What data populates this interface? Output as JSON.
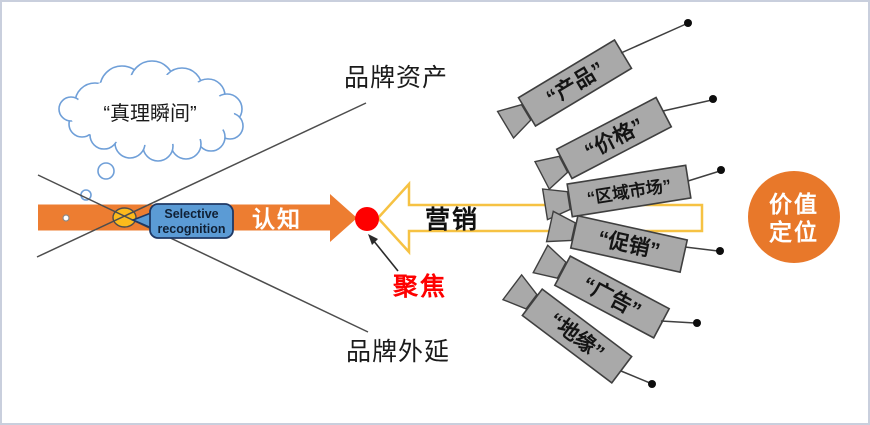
{
  "colors": {
    "orange": "#ED7D31",
    "circle_orange": "#E8782A",
    "gold": "#F6C243",
    "ellipse_gold": "#FCBA1C",
    "callout_blue": "#5B9BD5",
    "red": "#FE0000",
    "spotlight_gray": "#A9A9A9",
    "line_gray": "#4D4D4D",
    "cloud_stroke": "#6F9FD8"
  },
  "cloud": {
    "label": "“真理瞬间”"
  },
  "brand": {
    "top_label": "品牌资产",
    "bottom_label": "品牌外延"
  },
  "cognition": {
    "label": "认知"
  },
  "callout": {
    "line1": "Selective",
    "line2": "recognition"
  },
  "focus": {
    "label": "聚焦"
  },
  "marketing": {
    "label": "营销"
  },
  "value_positioning": {
    "line1": "价值",
    "line2": "定位"
  },
  "spotlights": [
    {
      "label": "“产品”"
    },
    {
      "label": "“价格”"
    },
    {
      "label": "“区域市场”"
    },
    {
      "label": "“促销”"
    },
    {
      "label": "“广告”"
    },
    {
      "label": "“地缘”"
    }
  ]
}
